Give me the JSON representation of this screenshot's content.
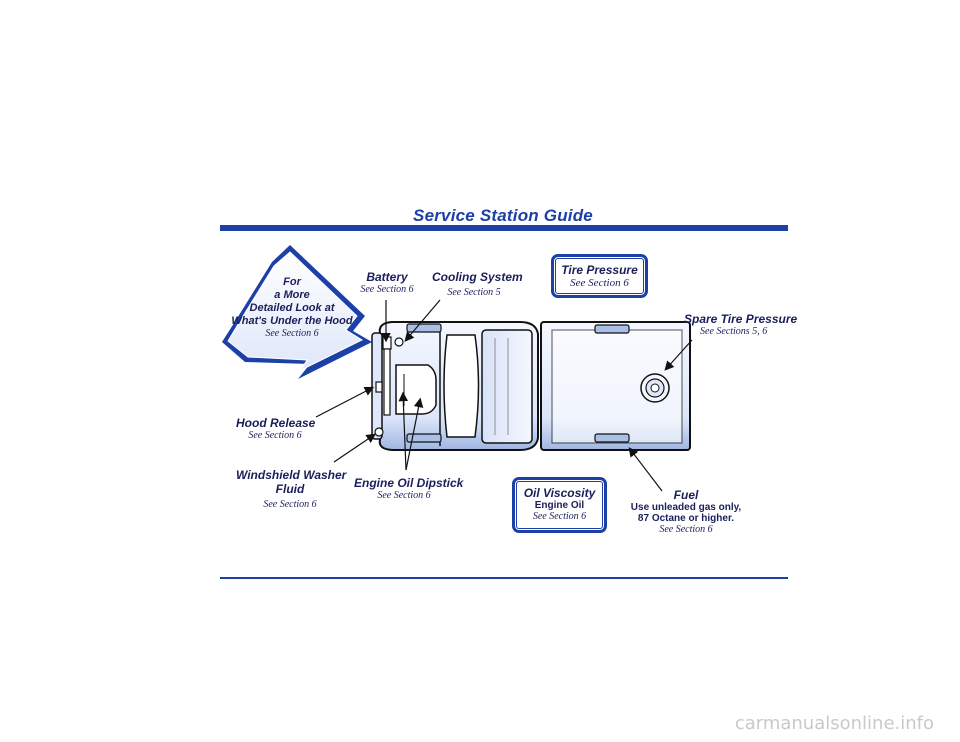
{
  "title": "Service Station Guide",
  "arrow_callout": {
    "lines": [
      "For",
      "a More",
      "Detailed Look at",
      "What's Under the Hood"
    ],
    "ref": "See Section 6"
  },
  "labels": {
    "battery": {
      "title": "Battery",
      "ref": "See Section 6"
    },
    "cooling": {
      "title": "Cooling System",
      "ref": "See Section 5"
    },
    "tire_pressure": {
      "title": "Tire Pressure",
      "ref": "See Section 6"
    },
    "spare_tire": {
      "title": "Spare Tire Pressure",
      "ref": "See Sections 5, 6"
    },
    "hood_release": {
      "title": "Hood Release",
      "ref": "See Section 6"
    },
    "washer": {
      "title_line1": "Windshield Washer",
      "title_line2": "Fluid",
      "ref": "See Section 6"
    },
    "dipstick": {
      "title": "Engine Oil Dipstick",
      "ref": "See Section 6"
    },
    "oil_viscosity": {
      "title": "Oil Viscosity",
      "line": "Engine Oil",
      "ref": "See Section 6"
    },
    "fuel": {
      "title": "Fuel",
      "line1": "Use unleaded gas only,",
      "line2": "87 Octane or higher.",
      "ref": "See Section 6"
    }
  },
  "watermark": "carmanualsonline.info",
  "colors": {
    "accent": "#1c3fa8",
    "text": "#1a1f5a",
    "truck_fill_light": "#eef3ff",
    "truck_fill_dark": "#a9bfe6"
  }
}
